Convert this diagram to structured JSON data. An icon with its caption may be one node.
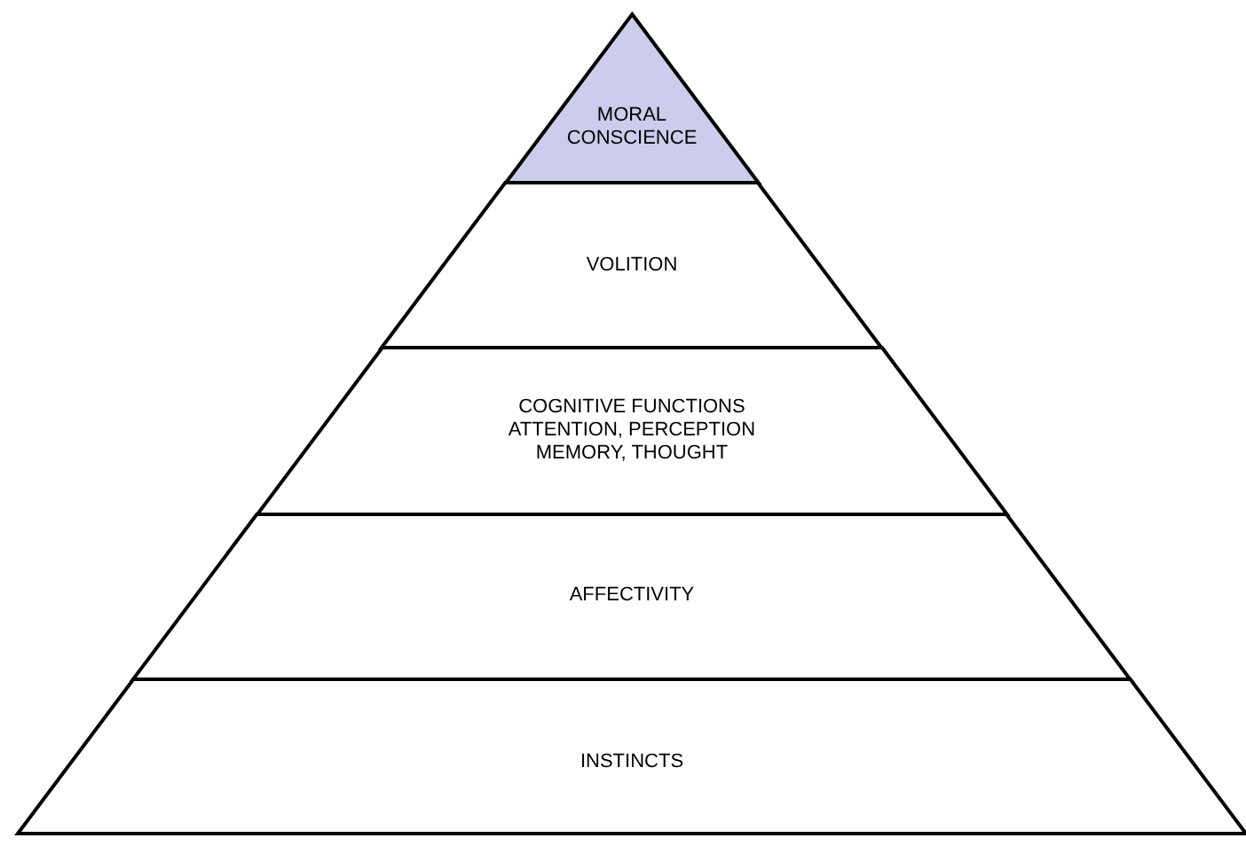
{
  "diagram": {
    "nodes": [
      {
        "text": [
          "MORAL CONSCIENCE"
        ]
      },
      {
        "text": [
          "VOLITION"
        ]
      },
      {
        "text": [
          "COGNITIVE FUNCTIONS",
          "ATTENTION, PERCEPTION",
          "MEMORY, THOUGHT"
        ]
      },
      {
        "text": [
          "AFFECTIVITY"
        ]
      },
      {
        "text": [
          "INSTINCTS"
        ]
      }
    ]
  }
}
